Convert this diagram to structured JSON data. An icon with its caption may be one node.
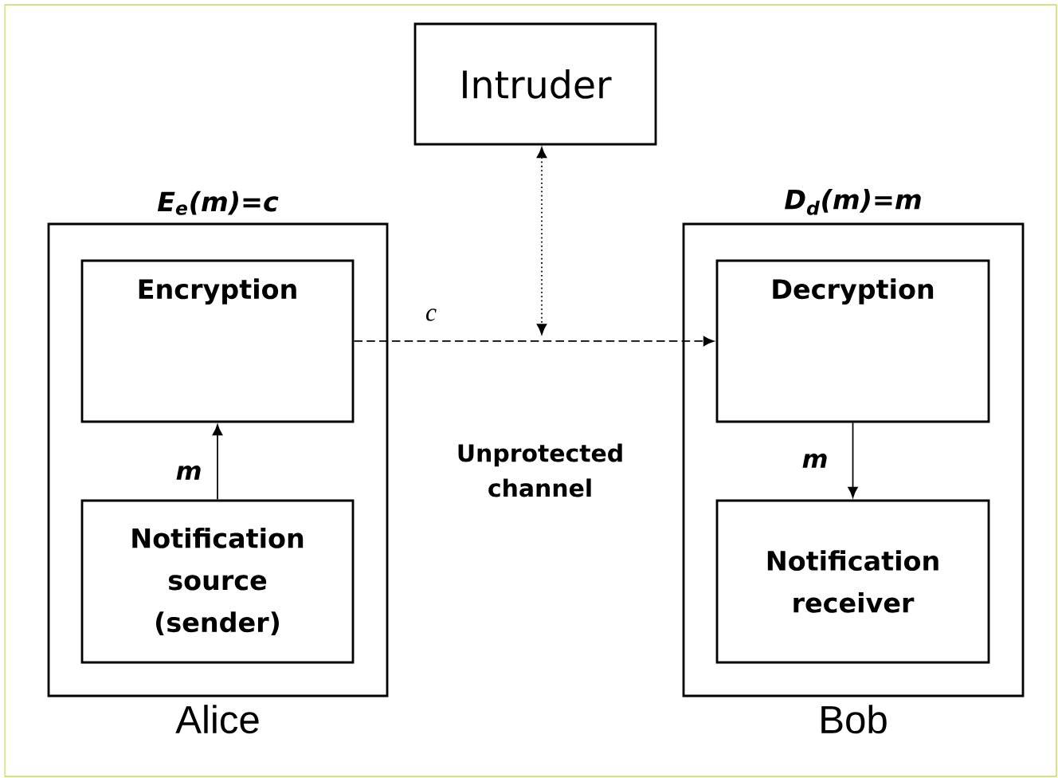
{
  "diagram": {
    "nodes": [
      {
        "text": [
          "Intruder"
        ]
      },
      {
        "text": [
          "E$_{e}$(m)=c"
        ],
        "beside": [
          "Alice"
        ]
      },
      {
        "text": [
          "Encryption"
        ],
        "in": 1
      },
      {
        "text": [
          "Notification source (sender)"
        ],
        "in": 1
      },
      {
        "text": [
          "D$_{d}$(m)=m"
        ],
        "beside": [
          "Bob"
        ]
      },
      {
        "text": [
          "Decryption"
        ],
        "in": 4
      },
      {
        "text": [
          "Notification receiver"
        ],
        "in": 4
      }
    ],
    "edges": [
      {
        "from": 3,
        "to": 2,
        "arrow": "to",
        "label": "m"
      },
      {
        "from": 2,
        "to": 5,
        "arrow": "to",
        "label": "c",
        "style": "dashed"
      },
      {
        "from": 0,
        "to": null,
        "arrow": "both",
        "style": "dashed"
      },
      {
        "from": 5,
        "to": 6,
        "arrow": "to",
        "label": "m"
      }
    ],
    "labels": [
      "Unprotected channel"
    ]
  }
}
